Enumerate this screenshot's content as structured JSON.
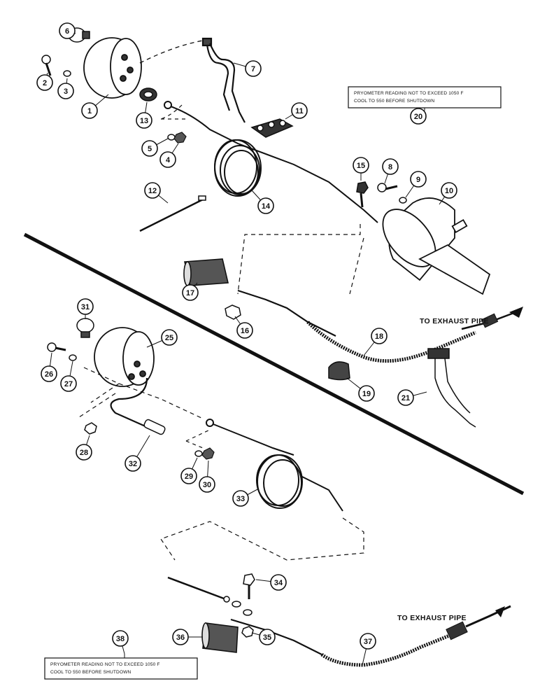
{
  "labels": {
    "exhaust_upper": "TO EXHAUST PIPE",
    "exhaust_lower": "TO EXHAUST PIPE"
  },
  "decals": {
    "upper": {
      "line1": "PRYOMETER READING NOT TO EXCEED 1050 F",
      "line2": "COOL TO 550 BEFORE SHUTDOWN"
    },
    "lower": {
      "line1": "PRYOMETER READING NOT TO EXCEED 1050 F",
      "line2": "COOL TO 550 BEFORE SHUTDOWN"
    }
  },
  "callouts": [
    "1",
    "2",
    "3",
    "4",
    "5",
    "6",
    "7",
    "8",
    "9",
    "10",
    "11",
    "12",
    "13",
    "14",
    "15",
    "16",
    "17",
    "18",
    "19",
    "20",
    "21",
    "25",
    "26",
    "27",
    "28",
    "29",
    "30",
    "31",
    "32",
    "33",
    "34",
    "35",
    "36",
    "37",
    "38"
  ],
  "colors": {
    "ink": "#111111",
    "paper": "#ffffff"
  }
}
